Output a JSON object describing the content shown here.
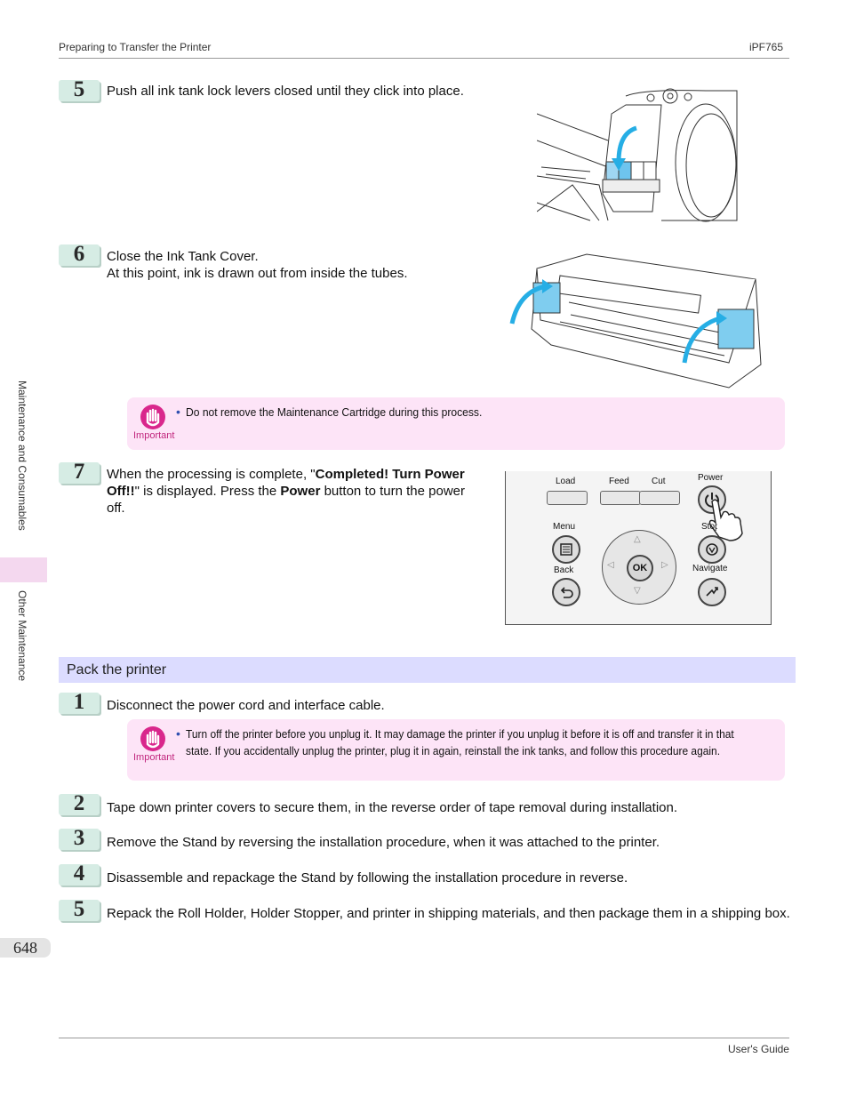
{
  "header": {
    "left": "Preparing to Transfer the Printer",
    "right": "iPF765"
  },
  "footer": {
    "right": "User's Guide"
  },
  "page_number": "648",
  "sidebar": {
    "section": "Maintenance and Consumables",
    "subsection": "Other Maintenance"
  },
  "steps_top": [
    {
      "num": "5",
      "text": "Push all ink tank lock levers closed until they click into place."
    },
    {
      "num": "6",
      "line1": "Close the Ink Tank Cover.",
      "line2": "At this point, ink is drawn out from inside the tubes."
    },
    {
      "num": "7",
      "pre": "When the processing is complete, \"",
      "bold1": "Completed! Turn Power Off!!",
      "mid": "\" is displayed. Press the ",
      "bold2": "Power",
      "post": " button to turn the power off."
    }
  ],
  "important1": {
    "label": "Important",
    "bullet": "•",
    "text": "Do not remove the Maintenance Cartridge during this process."
  },
  "section_title": "Pack the printer",
  "steps_pack": [
    {
      "num": "1",
      "text": "Disconnect the power cord and interface cable."
    },
    {
      "num": "2",
      "text": "Tape down printer covers to secure them, in the reverse order of tape removal during installation."
    },
    {
      "num": "3",
      "text": "Remove the Stand by reversing the installation procedure, when it was attached to the printer."
    },
    {
      "num": "4",
      "text": "Disassemble and repackage the Stand by following the installation procedure in reverse."
    },
    {
      "num": "5",
      "text": "Repack the Roll Holder, Holder Stopper, and printer in shipping materials, and then package them in a shipping box."
    }
  ],
  "important2": {
    "label": "Important",
    "bullet": "•",
    "text": "Turn off the printer before you unplug it. It may damage the printer if you unplug it before it is off and transfer it in that state. If you accidentally unplug the printer, plug it in again, reinstall the ink tanks, and follow this procedure again."
  },
  "panel": {
    "load": "Load",
    "feed": "Feed",
    "cut": "Cut",
    "power": "Power",
    "menu": "Menu",
    "stop": "Stop",
    "back": "Back",
    "ok": "OK",
    "navigate": "Navigate"
  },
  "colors": {
    "accent_cyan": "#26aee5",
    "step_badge": "#d6ece4",
    "important_bg": "#fde4f7",
    "section_bg": "#dcdcff"
  }
}
